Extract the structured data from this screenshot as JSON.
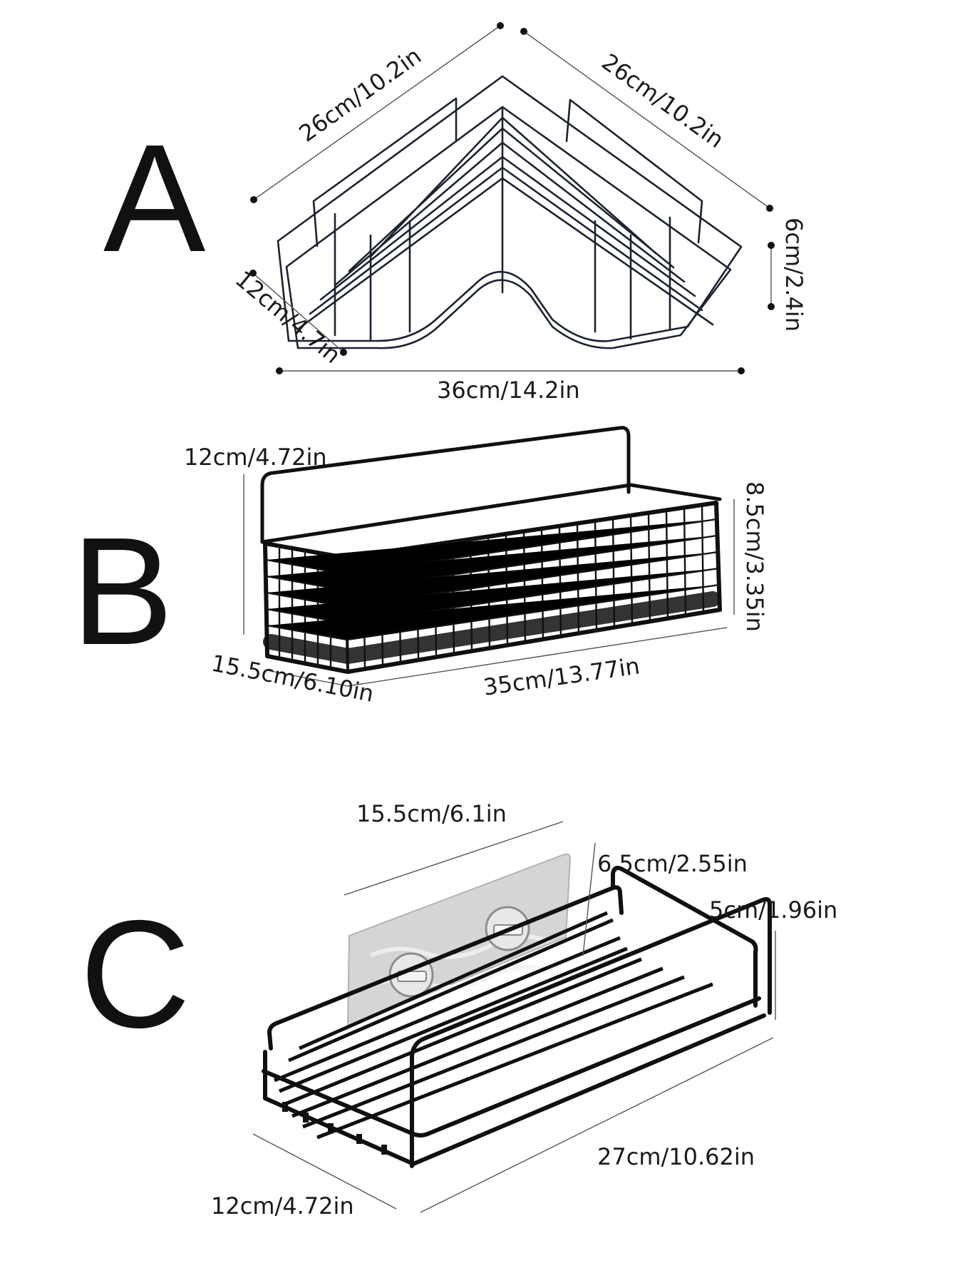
{
  "sections": [
    {
      "letter": "A",
      "dimensions": {
        "back_left": "26cm/10.2in",
        "back_right": "26cm/10.2in",
        "height": "6cm/2.4in",
        "depth": "12cm/4.7in",
        "width": "36cm/14.2in"
      }
    },
    {
      "letter": "B",
      "dimensions": {
        "total_height": "12cm/4.72in",
        "basket_height": "8.5cm/3.35in",
        "depth": "15.5cm/6.10in",
        "width": "35cm/13.77in"
      }
    },
    {
      "letter": "C",
      "dimensions": {
        "plate_width": "15.5cm/6.1in",
        "plate_height": "6.5cm/2.55in",
        "height": "5cm/1.96in",
        "width": "27cm/10.62in",
        "depth": "12cm/4.72in"
      }
    }
  ]
}
